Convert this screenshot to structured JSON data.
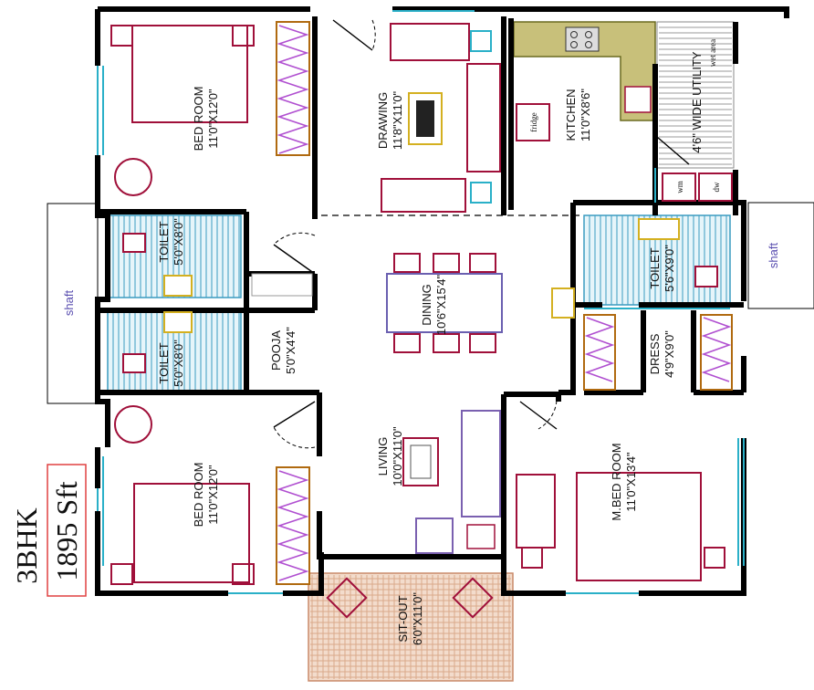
{
  "plan": {
    "rooms": [
      {
        "id": "bedroom-top",
        "name": "BED ROOM",
        "dims": "11'0\"X12'0\""
      },
      {
        "id": "drawing",
        "name": "DRAWING",
        "dims": "11'8\"X11'0\""
      },
      {
        "id": "kitchen",
        "name": "KITCHEN",
        "dims": "11'0\"X8'6\""
      },
      {
        "id": "utility",
        "name": "4'6\" WIDE UTILITY",
        "dims": ""
      },
      {
        "id": "toilet-1",
        "name": "TOILET",
        "dims": "5'0\"X8'0\""
      },
      {
        "id": "toilet-2",
        "name": "TOILET",
        "dims": "5'0\"X8'0\""
      },
      {
        "id": "pooja",
        "name": "POOJA",
        "dims": "5'0\"X4'4\""
      },
      {
        "id": "dining",
        "name": "DINING",
        "dims": "10'6\"X15'4\""
      },
      {
        "id": "toilet-3",
        "name": "TOILET",
        "dims": "5'6\"X9'0\""
      },
      {
        "id": "dress",
        "name": "DRESS",
        "dims": "4'9\"X9'0\""
      },
      {
        "id": "bedroom-bottom",
        "name": "BED ROOM",
        "dims": "11'0\"X12'0\""
      },
      {
        "id": "living",
        "name": "LIVING",
        "dims": "10'0\"X11'0\""
      },
      {
        "id": "master-bedroom",
        "name": "M.BED ROOM",
        "dims": "11'0\"X13'4\""
      },
      {
        "id": "sitout",
        "name": "SIT-OUT",
        "dims": "6'0\"X11'0\""
      }
    ],
    "shafts": [
      "shaft",
      "shaft"
    ],
    "fixtures": {
      "fridge": "fridge",
      "wm": "wm",
      "dw": "dw",
      "wet_area": "wet area"
    },
    "summary": {
      "type": "3BHK",
      "area": "1895 Sft"
    },
    "colors": {
      "wall": "#000000",
      "furniture": "#a0103a",
      "wardrobe": "#b06a10",
      "tile": "#3a9bc0",
      "shaft_text": "#5a4fb0",
      "kitchen_counter": "#a8a050",
      "sitout_floor": "#d9a98a"
    }
  }
}
